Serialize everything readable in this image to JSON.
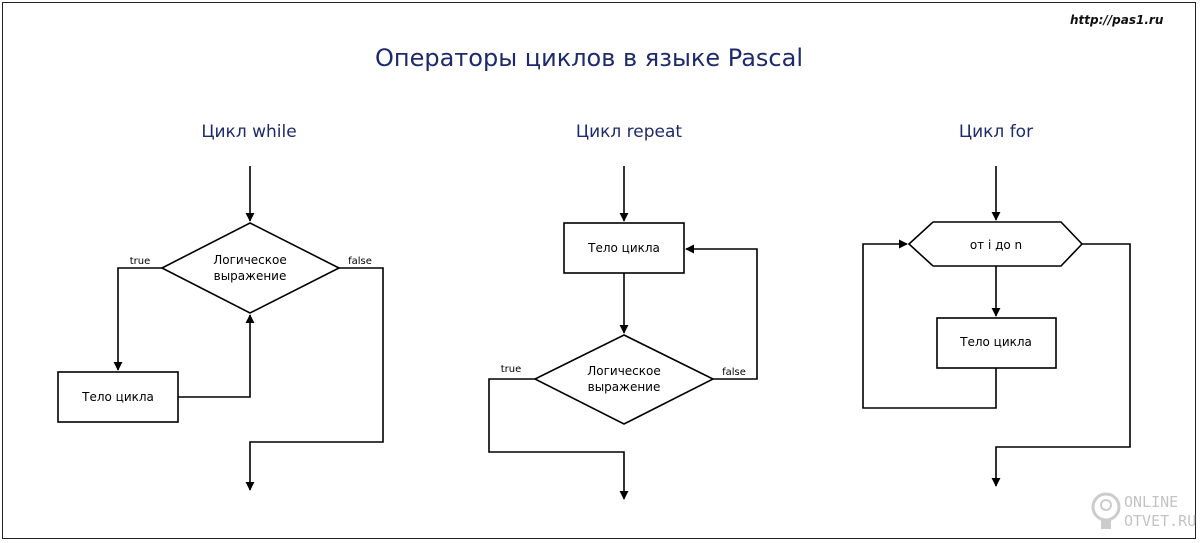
{
  "header": {
    "title": "Операторы циклов в языке Pascal",
    "url": "http://pas1.ru"
  },
  "diagrams": {
    "while": {
      "title": "Цикл while",
      "condition_line1": "Логическое",
      "condition_line2": "выражение",
      "true_label": "true",
      "false_label": "false",
      "body": "Тело цикла"
    },
    "repeat": {
      "title": "Цикл repeat",
      "body": "Тело цикла",
      "condition_line1": "Логическое",
      "condition_line2": "выражение",
      "true_label": "true",
      "false_label": "false"
    },
    "for": {
      "title": "Цикл for",
      "range": "от i до n",
      "body": "Тело цикла"
    }
  },
  "watermark": {
    "line1": "ONLINE",
    "line2": "OTVET.RU",
    "icon": "lightbulb-icon"
  },
  "colors": {
    "title": "#1d2a6b",
    "lines": "#000000",
    "watermark": "#b9b9b9"
  }
}
